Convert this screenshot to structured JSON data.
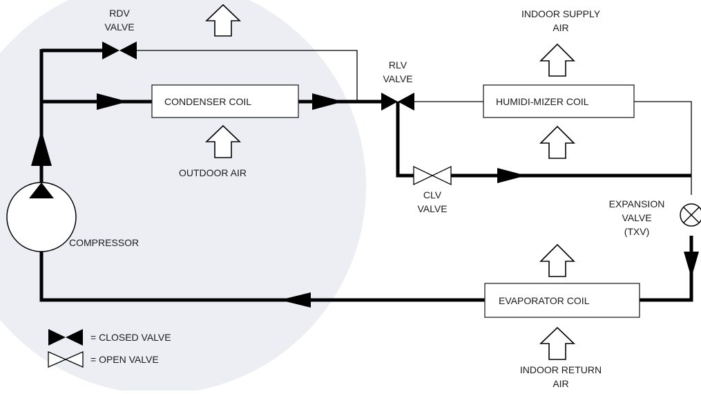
{
  "watermark": "",
  "components": {
    "rdv_valve": [
      "RDV",
      "VALVE"
    ],
    "rlv_valve": [
      "RLV",
      "VALVE"
    ],
    "clv_valve": [
      "CLV",
      "VALVE"
    ],
    "expansion_valve": [
      "EXPANSION",
      "VALVE",
      "(TXV)"
    ],
    "condenser_coil": "CONDENSER COIL",
    "humidimizer_coil": "HUMIDI-MIZER COIL",
    "evaporator_coil": "EVAPORATOR COIL",
    "compressor": "COMPRESSOR"
  },
  "airflows": {
    "outdoor_air": "OUTDOOR AIR",
    "indoor_supply_air": [
      "INDOOR SUPPLY",
      "AIR"
    ],
    "indoor_return_air": [
      "INDOOR RETURN",
      "AIR"
    ]
  },
  "legend": {
    "closed_valve": "= CLOSED VALVE",
    "open_valve": "= OPEN VALVE"
  },
  "colors": {
    "pipe": "#000000",
    "background": "#ffffff",
    "watermark_circle": "#eceef4"
  },
  "valve_states": {
    "rdv": "closed",
    "rlv": "closed",
    "clv": "open"
  }
}
